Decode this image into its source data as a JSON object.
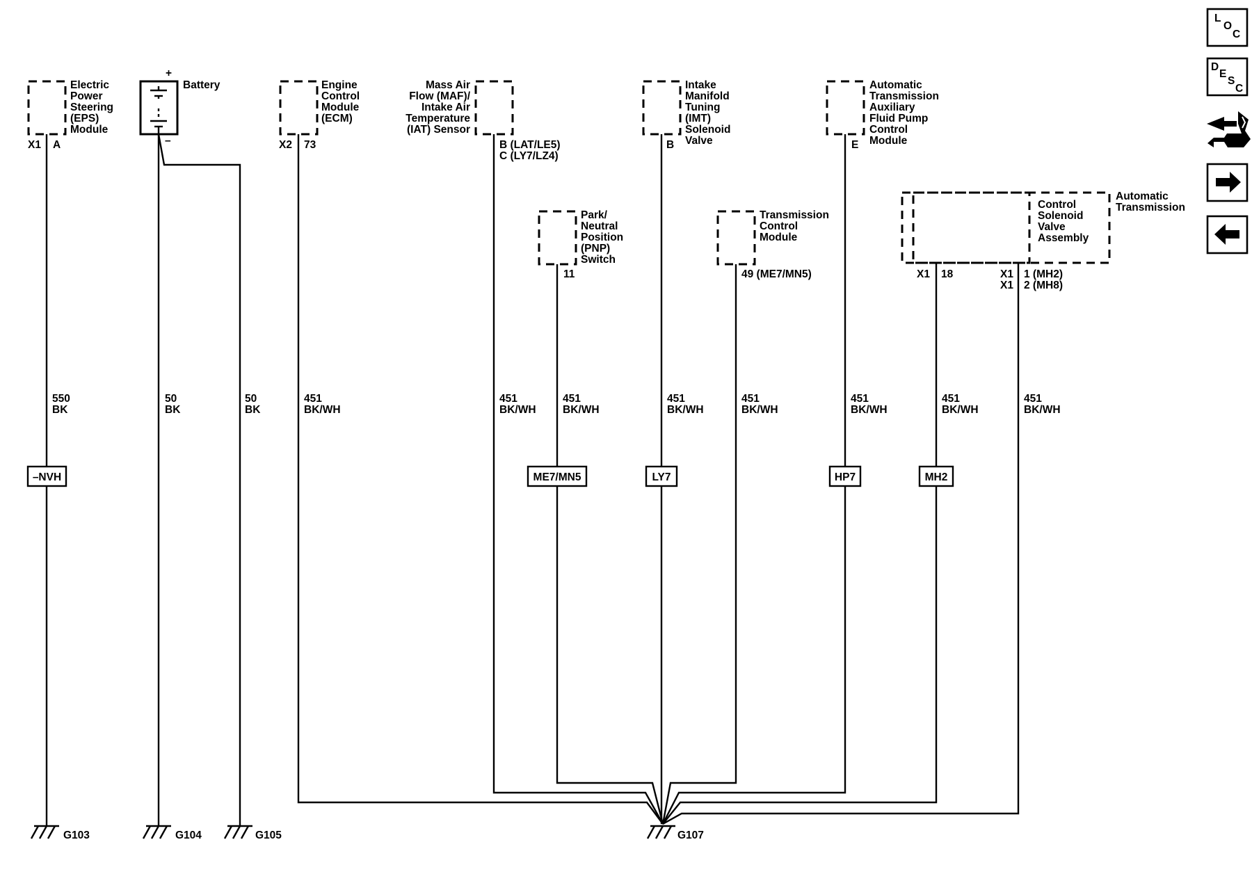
{
  "components": {
    "eps": [
      "Electric",
      "Power",
      "Steering",
      "(EPS)",
      "Module"
    ],
    "battery": "Battery",
    "battery_plus": "+",
    "battery_minus": "–",
    "ecm": [
      "Engine",
      "Control",
      "Module",
      "(ECM)"
    ],
    "maf": [
      "Mass Air",
      "Flow (MAF)/",
      "Intake Air",
      "Temperature",
      "(IAT) Sensor"
    ],
    "imt": [
      "Intake",
      "Manifold",
      "Tuning",
      "(IMT)",
      "Solenoid",
      "Valve"
    ],
    "atafp": [
      "Automatic",
      "Transmission",
      "Auxiliary",
      "Fluid Pump",
      "Control",
      "Module"
    ],
    "pnp": [
      "Park/",
      "Neutral",
      "Position",
      "(PNP)",
      "Switch"
    ],
    "tcm": [
      "Transmission",
      "Control",
      "Module"
    ],
    "csva": [
      "Control",
      "Solenoid",
      "Valve",
      "Assembly"
    ],
    "autotrans": [
      "Automatic",
      "Transmission"
    ]
  },
  "pins": {
    "eps_conn": "X1",
    "eps_pin": "A",
    "ecm_conn": "X2",
    "ecm_pin": "73",
    "maf_pin_b": "B (LAT/LE5)",
    "maf_pin_c": "C (LY7/LZ4)",
    "imt_pin": "B",
    "atafp_pin": "E",
    "pnp_pin": "11",
    "tcm_pin": "49 (ME7/MN5)",
    "at_conn_a": "X1",
    "at_pin_a": "18",
    "at_conn_b1": "X1",
    "at_pin_b1": "1 (MH2)",
    "at_conn_b2": "X1",
    "at_pin_b2": "2 (MH8)"
  },
  "wires": [
    {
      "circuit": "550",
      "color": "BK"
    },
    {
      "circuit": "50",
      "color": "BK"
    },
    {
      "circuit": "50",
      "color": "BK"
    },
    {
      "circuit": "451",
      "color": "BK/WH"
    },
    {
      "circuit": "451",
      "color": "BK/WH"
    },
    {
      "circuit": "451",
      "color": "BK/WH"
    },
    {
      "circuit": "451",
      "color": "BK/WH"
    },
    {
      "circuit": "451",
      "color": "BK/WH"
    },
    {
      "circuit": "451",
      "color": "BK/WH"
    },
    {
      "circuit": "451",
      "color": "BK/WH"
    },
    {
      "circuit": "451",
      "color": "BK/WH"
    }
  ],
  "options": {
    "nvh": "–NVH",
    "me7mn5": "ME7/MN5",
    "ly7": "LY7",
    "hp7": "HP7",
    "mh2": "MH2"
  },
  "grounds": {
    "g103": "G103",
    "g104": "G104",
    "g105": "G105",
    "g107": "G107"
  },
  "nav": {
    "loc": [
      "L",
      "O",
      "C"
    ],
    "desc": [
      "D",
      "E",
      "S",
      "C"
    ]
  }
}
